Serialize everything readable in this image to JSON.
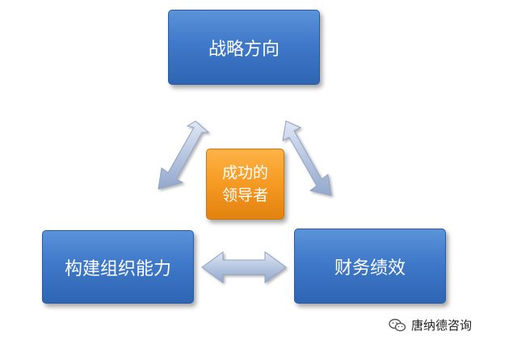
{
  "diagram": {
    "top_node": "战略方向",
    "left_node": "构建组织能力",
    "right_node": "财务绩效",
    "center_node_line1": "成功的",
    "center_node_line2": "领导者"
  },
  "watermark": {
    "text": "唐纳德咨询",
    "icon": "wechat-icon"
  },
  "colors": {
    "node_blue": "#3f79c9",
    "center_orange": "#f59a23",
    "arrow_fill": "#b7c6e0"
  }
}
